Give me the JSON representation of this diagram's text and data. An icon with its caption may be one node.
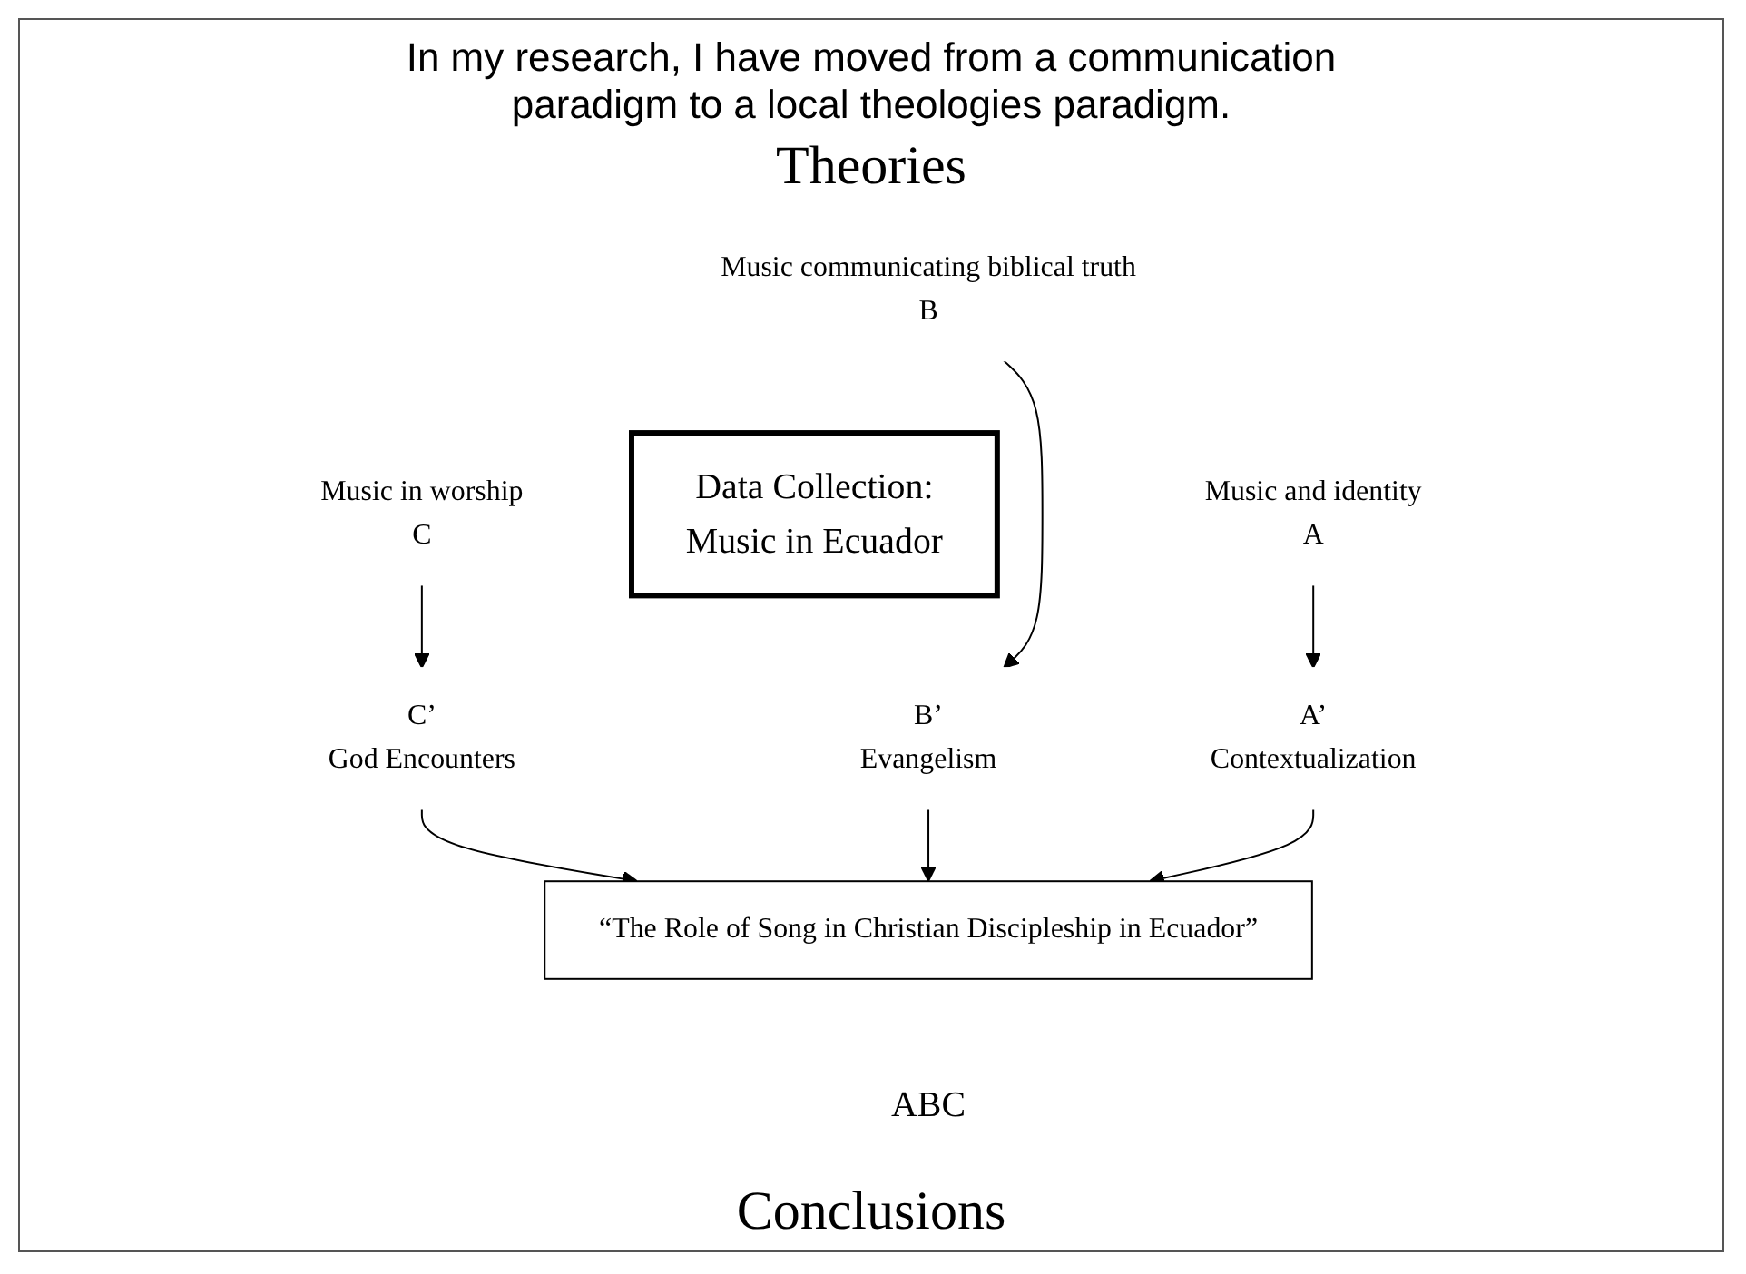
{
  "diagram": {
    "title": "In my research, I have moved from a communication paradigm to a local theologies paradigm.",
    "nodes": [
      {
        "text": [
          "Music and identity",
          "A"
        ]
      },
      {
        "text": [
          "Music communicating biblical truth",
          "B"
        ]
      },
      {
        "text": [
          "Music in worship",
          "C"
        ]
      },
      {
        "text": [
          "Data Collection:",
          "Music in Ecuador"
        ]
      },
      {
        "text": [
          "C’",
          "God Encounters"
        ]
      },
      {
        "text": [
          "B’",
          "Evangelism"
        ]
      },
      {
        "text": [
          "A’",
          "Contextualization"
        ]
      },
      {
        "text": [
          "“The Role of Song in Christian Discipleship in Ecuador”"
        ],
        "beside": [
          "ABC"
        ]
      }
    ],
    "edges": [
      {
        "from": 0,
        "to": 6,
        "arrow": "to"
      },
      {
        "from": 1,
        "to": 5,
        "arrow": "to"
      },
      {
        "from": 2,
        "to": 4,
        "arrow": "to"
      },
      {
        "from": 4,
        "to": 7,
        "arrow": "to"
      },
      {
        "from": 5,
        "to": 7,
        "arrow": "to"
      },
      {
        "from": 6,
        "to": 7,
        "arrow": "to"
      }
    ],
    "labels": [
      "Theories",
      "Conclusions"
    ]
  }
}
